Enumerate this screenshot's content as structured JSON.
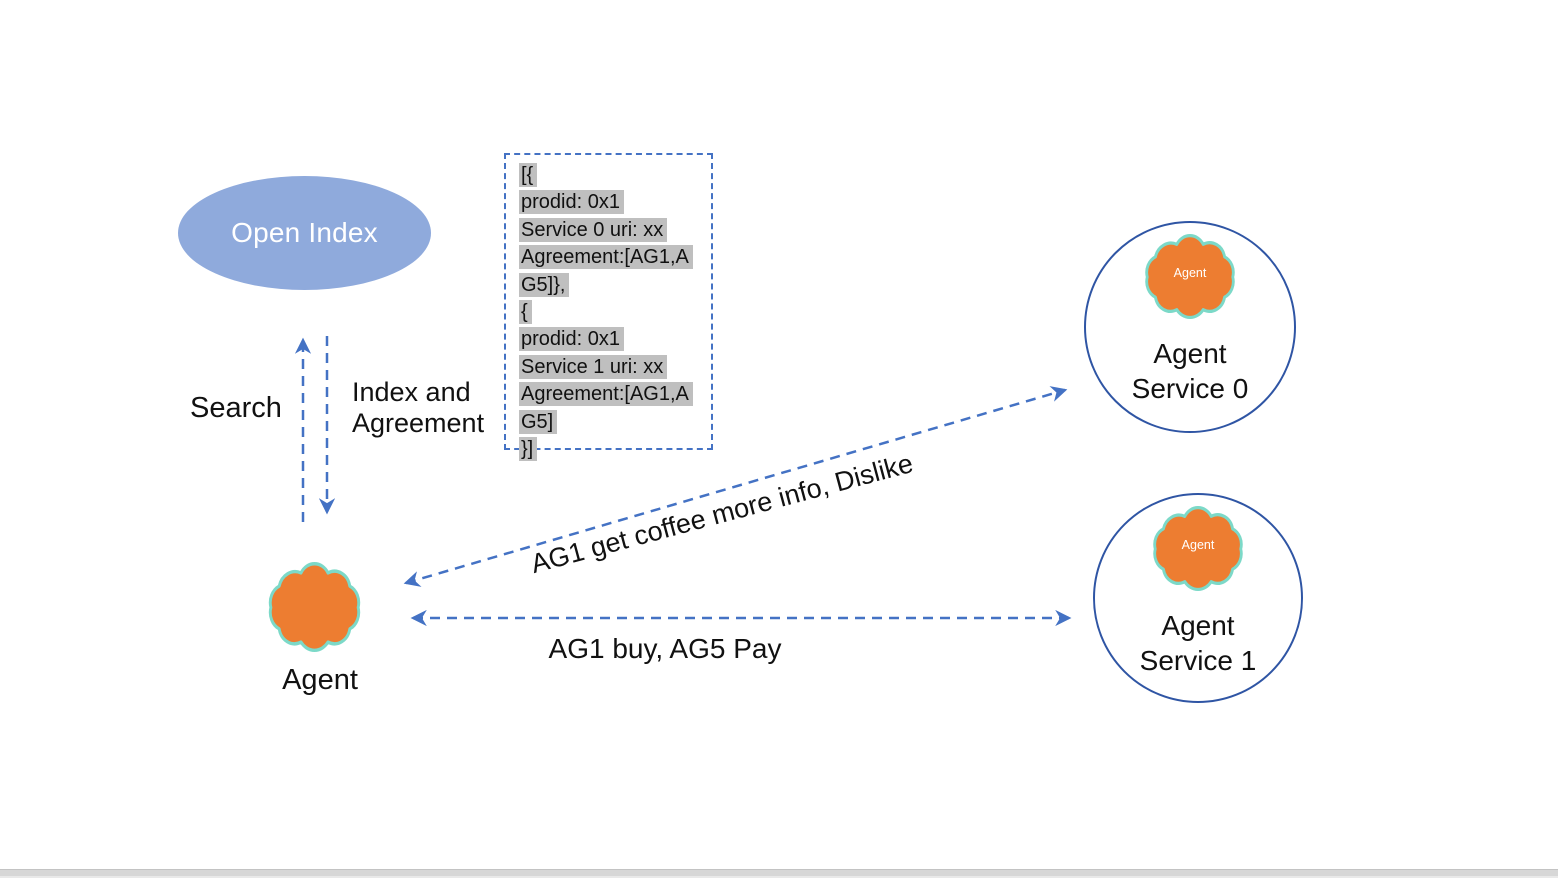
{
  "colors": {
    "accent_blue": "#4472C4",
    "circle_stroke": "#2F55A4",
    "ellipse_fill": "#8FAADC",
    "cloud_fill": "#ED7D31",
    "cloud_stroke": "#7CD9C8",
    "highlight_gray": "#BFBFBF",
    "label_text": "#111111"
  },
  "open_index": {
    "label": "Open Index"
  },
  "code_box": {
    "lines": [
      "[{",
      "prodid: 0x1",
      "Service 0 uri: xx",
      "Agreement:[AG1,A",
      "G5]},",
      "{",
      "prodid: 0x1",
      "Service 1 uri: xx",
      "Agreement:[AG1,A",
      "G5]",
      "}]"
    ]
  },
  "labels": {
    "search": "Search",
    "index_and_agreement": "Index and\nAgreement",
    "diagonal_arrow": "AG1 get coffee more info, Dislike",
    "horizontal_arrow": "AG1 buy, AG5 Pay",
    "agent": "Agent"
  },
  "services": [
    {
      "cloud_label": "Agent",
      "name": "Agent\nService 0"
    },
    {
      "cloud_label": "Agent",
      "name": "Agent\nService 1"
    }
  ]
}
